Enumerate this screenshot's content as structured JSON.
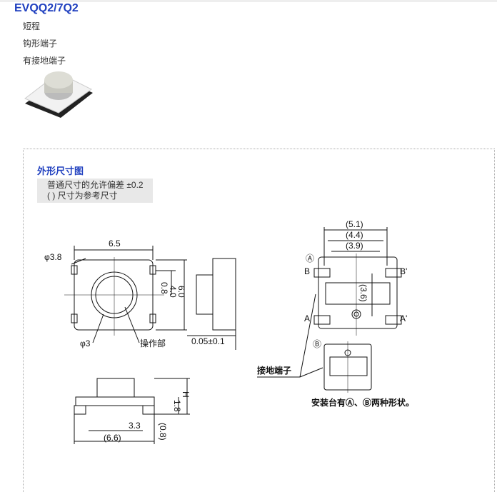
{
  "product": {
    "title": "EVQQ2/7Q2",
    "features": [
      "短程",
      "钩形端子",
      "有接地端子"
    ]
  },
  "section": {
    "title": "外形尺寸图",
    "notes": [
      "普通尺寸的允许偏差 ±0.2",
      "( ) 尺寸为参考尺寸"
    ]
  },
  "drawing": {
    "front": {
      "width": "6.5",
      "dia_outer": "φ3.8",
      "dia_inner": "φ3",
      "height1": "0.8",
      "height2": "4.0",
      "height3": "6.0",
      "actuator_label": "操作部"
    },
    "side": {
      "gap": "0.05±0.1"
    },
    "bottom_view": {
      "w1": "(5.1)",
      "w2": "(4.4)",
      "w3": "(3.9)",
      "h": "(3.6)",
      "mark_a": "Ⓐ",
      "mark_b": "Ⓑ",
      "B": "B",
      "B2": "B'",
      "A": "A",
      "A2": "A'",
      "ground_label": "接地端子",
      "caption": "安装台有Ⓐ、Ⓑ两种形状。"
    },
    "profile": {
      "h": "H",
      "h2": "1.8",
      "w": "3.3",
      "total": "(6.6)",
      "t": "(0.8)"
    }
  }
}
